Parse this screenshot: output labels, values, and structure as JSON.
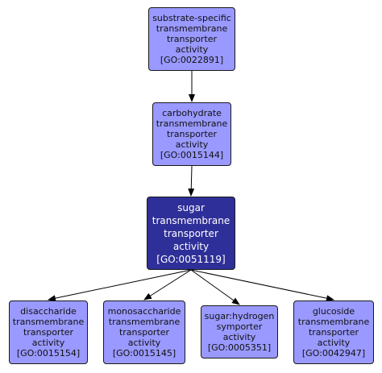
{
  "nodes": [
    {
      "id": "n1",
      "lines": [
        "substrate-specific",
        "transmembrane",
        "transporter",
        "activity",
        "[GO:0022891]"
      ],
      "current": false
    },
    {
      "id": "n2",
      "lines": [
        "carbohydrate",
        "transmembrane",
        "transporter",
        "activity",
        "[GO:0015144]"
      ],
      "current": false
    },
    {
      "id": "n3",
      "lines": [
        "sugar",
        "transmembrane",
        "transporter",
        "activity",
        "[GO:0051119]"
      ],
      "current": true
    },
    {
      "id": "n4",
      "lines": [
        "disaccharide",
        "transmembrane",
        "transporter",
        "activity",
        "[GO:0015154]"
      ],
      "current": false
    },
    {
      "id": "n5",
      "lines": [
        "monosaccharide",
        "transmembrane",
        "transporter",
        "activity",
        "[GO:0015145]"
      ],
      "current": false
    },
    {
      "id": "n6",
      "lines": [
        "sugar:hydrogen",
        "symporter",
        "activity",
        "[GO:0005351]"
      ],
      "current": false
    },
    {
      "id": "n7",
      "lines": [
        "glucoside",
        "transmembrane",
        "transporter",
        "activity",
        "[GO:0042947]"
      ],
      "current": false
    }
  ],
  "edges": [
    {
      "from": "n1",
      "to": "n2"
    },
    {
      "from": "n2",
      "to": "n3"
    },
    {
      "from": "n3",
      "to": "n4"
    },
    {
      "from": "n3",
      "to": "n5"
    },
    {
      "from": "n3",
      "to": "n6"
    },
    {
      "from": "n3",
      "to": "n7"
    }
  ],
  "colors": {
    "node_fill": "#9999ff",
    "current_fill": "#2f2f99",
    "edge": "#000000"
  }
}
